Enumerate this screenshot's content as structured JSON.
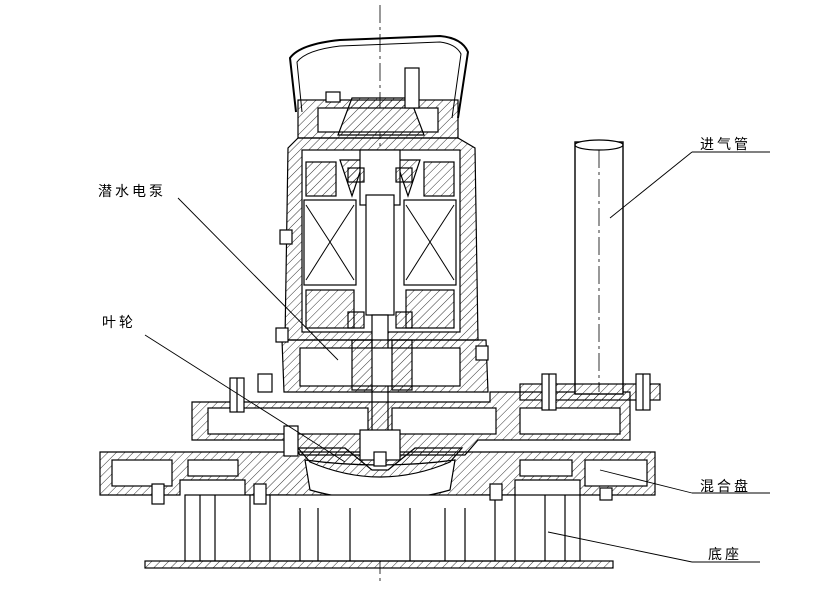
{
  "labels": {
    "pump": "潜水电泵",
    "impeller": "叶轮",
    "air_pipe": "进气管",
    "mixing_plate": "混合盘",
    "base": "底座"
  },
  "colors": {
    "line": "#000000",
    "background": "#ffffff"
  }
}
